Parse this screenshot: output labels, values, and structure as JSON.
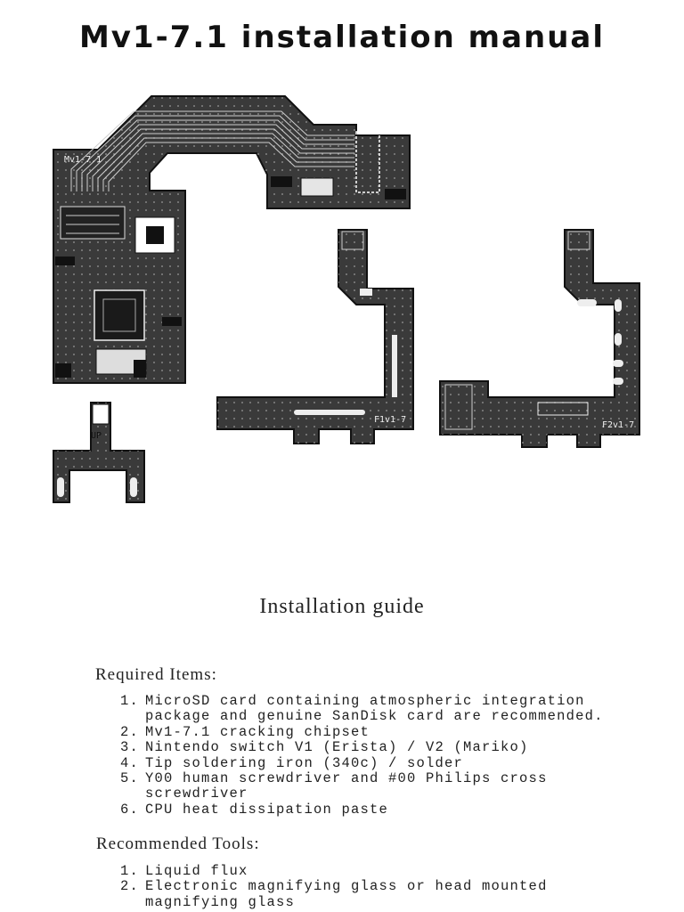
{
  "title": "Mv1-7.1 installation manual",
  "boards": {
    "main_label": "Mv1-7.1",
    "f1_label": "F1v1-7",
    "f2_label": "F2v1-7",
    "up_label": "UP"
  },
  "guide_title": "Installation guide",
  "required": {
    "heading": "Required Items:",
    "items": [
      {
        "num": "1.",
        "text": "MicroSD card containing atmospheric integration package and genuine SanDisk card are recommended."
      },
      {
        "num": "2.",
        "text": "Mv1-7.1 cracking chipset"
      },
      {
        "num": "3.",
        "text": "Nintendo switch V1 (Erista) / V2 (Mariko)"
      },
      {
        "num": "4.",
        "text": "Tip soldering iron (340c) / solder"
      },
      {
        "num": "5.",
        "text": "Y00 human screwdriver and #00 Philips cross screwdriver"
      },
      {
        "num": "6.",
        "text": "CPU heat dissipation paste"
      }
    ]
  },
  "tools": {
    "heading": "Recommended Tools:",
    "items": [
      {
        "num": "1.",
        "text": "Liquid flux"
      },
      {
        "num": "2.",
        "text": "Electronic magnifying glass or head mounted magnifying glass"
      }
    ]
  }
}
